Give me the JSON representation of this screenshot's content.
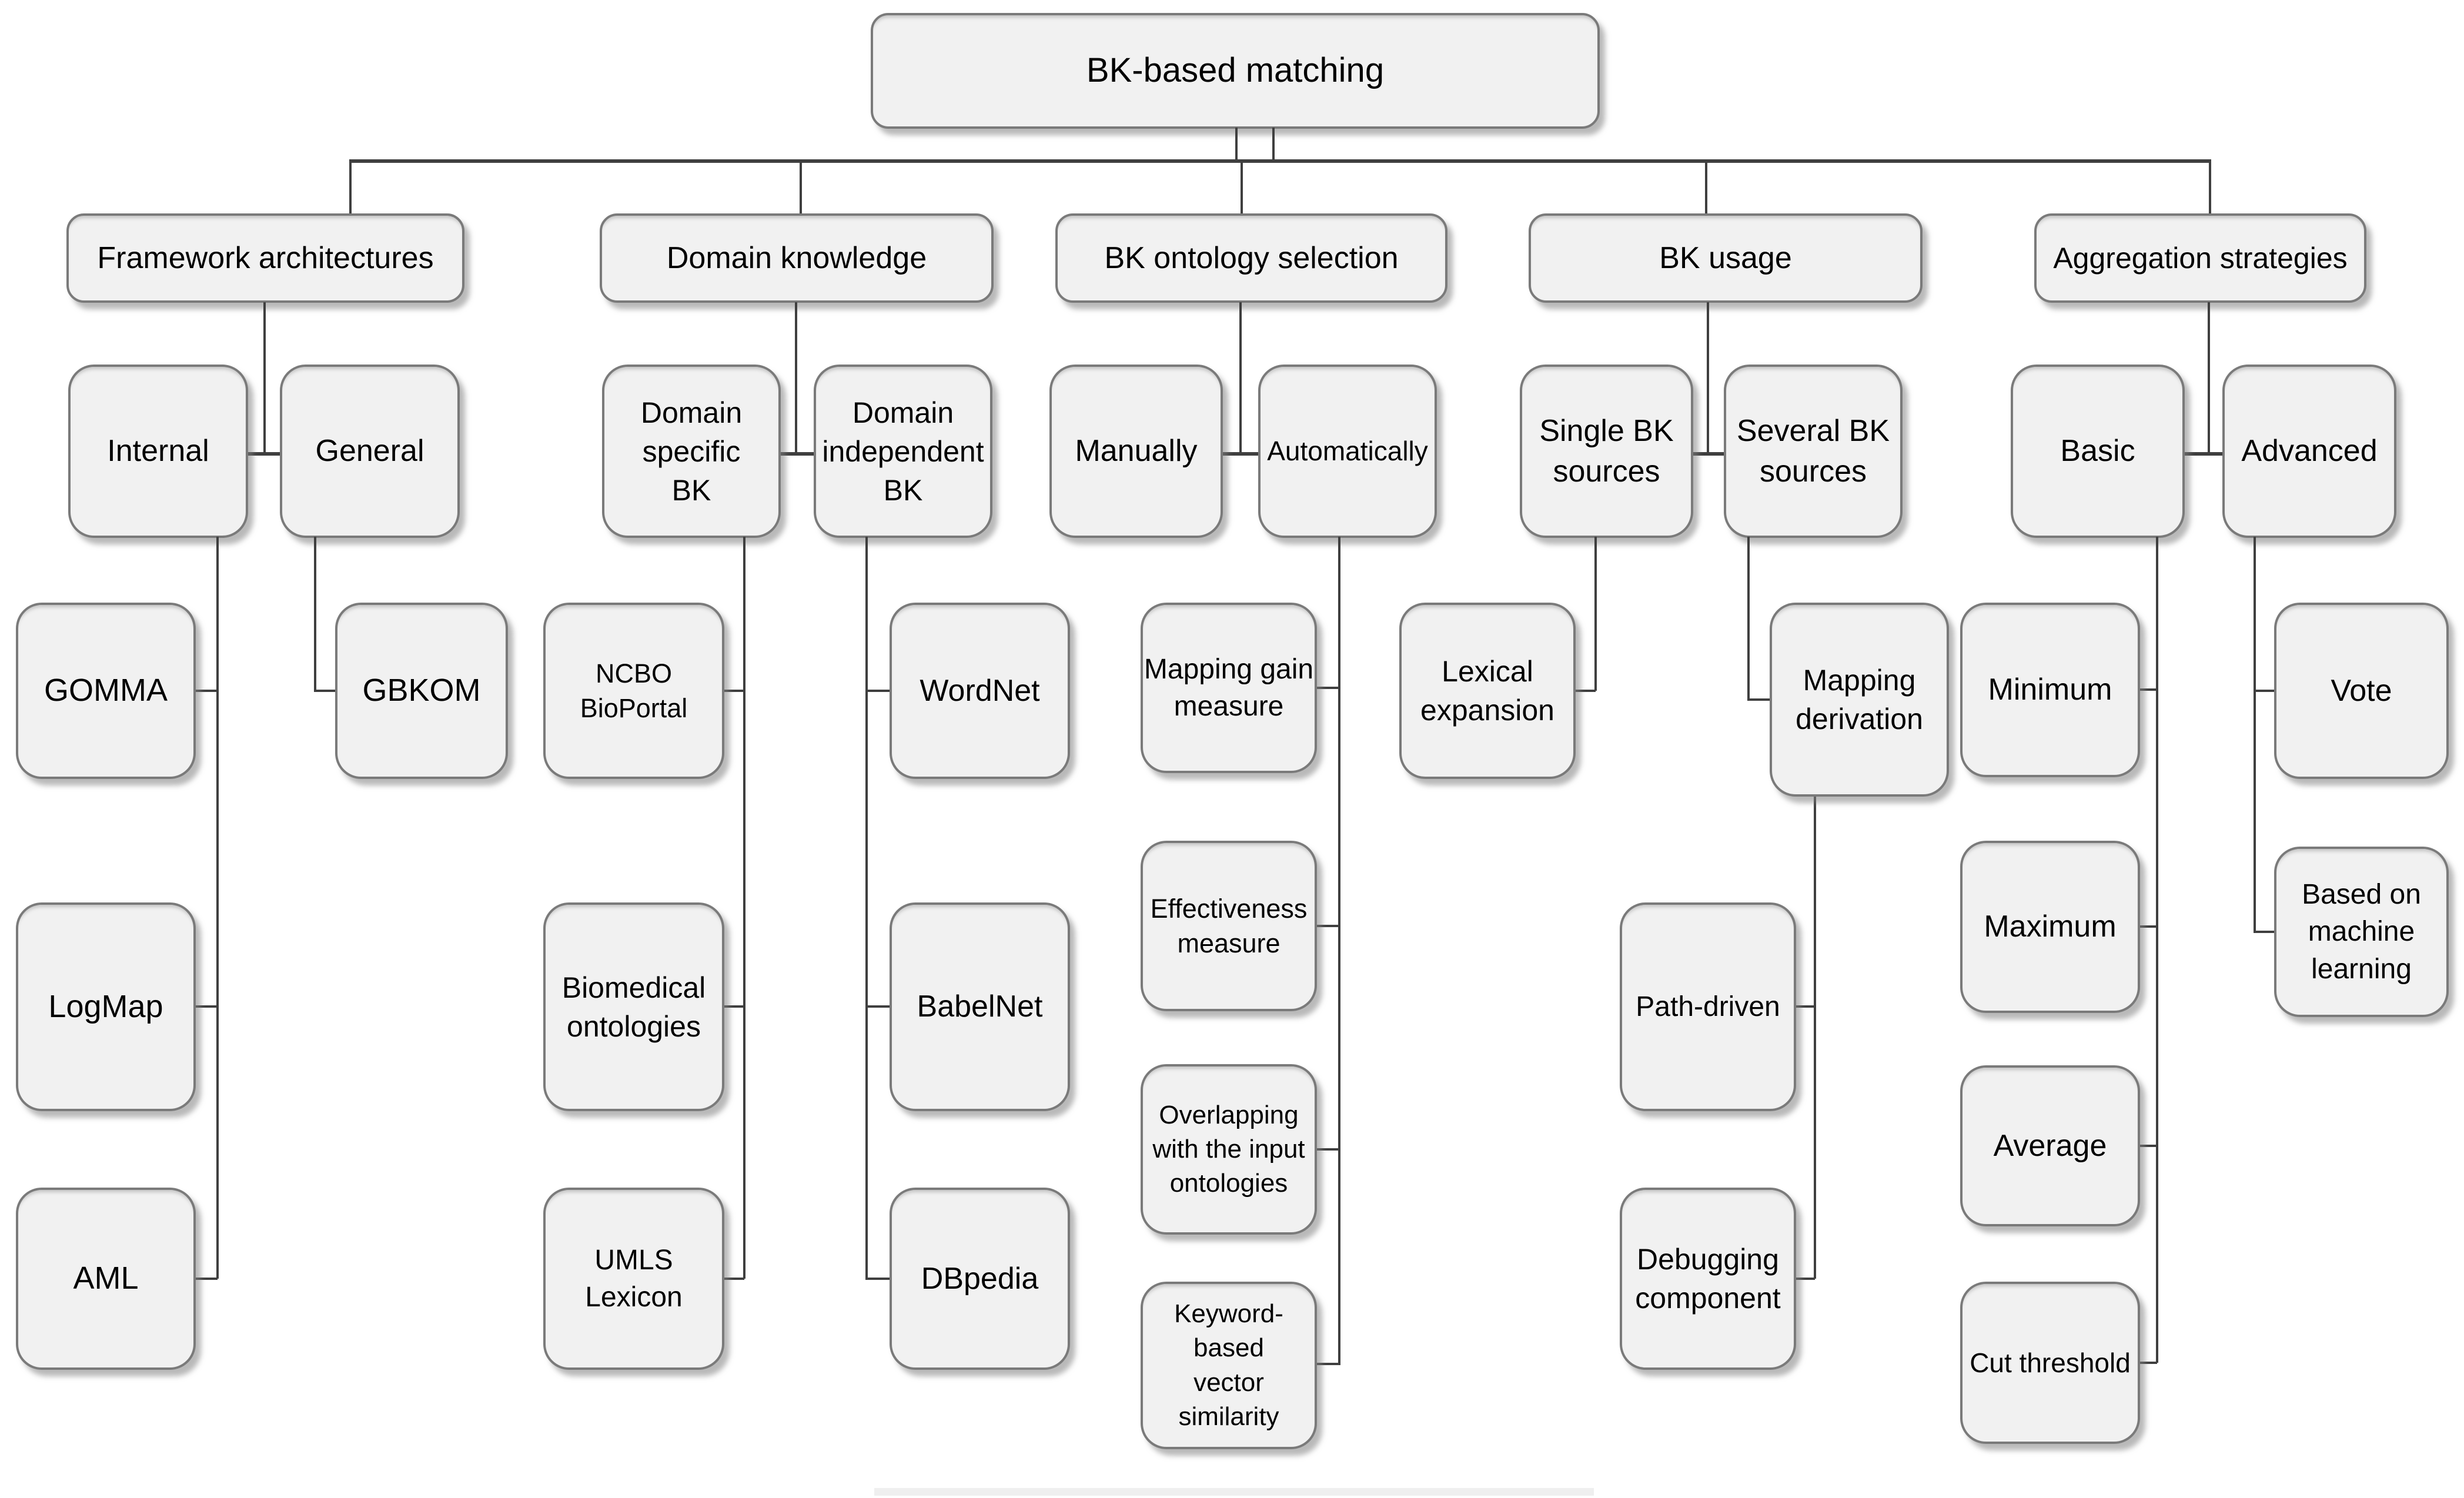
{
  "colors": {
    "box_fill": "#f1f1f1",
    "box_border": "#7a7a7a",
    "connector": "#3f3f3f",
    "text": "#000000",
    "background": "#ffffff"
  },
  "tree": {
    "label": "BK-based matching",
    "children": [
      {
        "label": "Framework architectures",
        "children": [
          {
            "label": "Internal",
            "children": [
              {
                "label": "GOMMA"
              },
              {
                "label": "LogMap"
              },
              {
                "label": "AML"
              }
            ]
          },
          {
            "label": "General",
            "children": [
              {
                "label": "GBKOM"
              }
            ]
          }
        ]
      },
      {
        "label": "Domain knowledge",
        "children": [
          {
            "label": "Domain\nspecific\nBK",
            "children": [
              {
                "label": "NCBO BioPortal"
              },
              {
                "label": "Biomedical\nontologies"
              },
              {
                "label": "UMLS Lexicon"
              }
            ]
          },
          {
            "label": "Domain\nindependent\nBK",
            "children": [
              {
                "label": "WordNet"
              },
              {
                "label": "BabelNet"
              },
              {
                "label": "DBpedia"
              }
            ]
          }
        ]
      },
      {
        "label": "BK ontology selection",
        "children": [
          {
            "label": "Manually",
            "children": []
          },
          {
            "label": "Automatically",
            "children": [
              {
                "label": "Mapping gain\nmeasure"
              },
              {
                "label": "Effectiveness\nmeasure"
              },
              {
                "label": "Overlapping\nwith the input\nontologies"
              },
              {
                "label": "Keyword-based\nvector\nsimilarity"
              }
            ]
          }
        ]
      },
      {
        "label": "BK usage",
        "children": [
          {
            "label": "Single BK\nsources",
            "children": [
              {
                "label": "Lexical\nexpansion"
              }
            ]
          },
          {
            "label": "Several BK\nsources",
            "children": [
              {
                "label": "Mapping\nderivation",
                "children": [
                  {
                    "label": "Path-driven"
                  },
                  {
                    "label": "Debugging\ncomponent"
                  }
                ]
              }
            ]
          }
        ]
      },
      {
        "label": "Aggregation strategies",
        "children": [
          {
            "label": "Basic",
            "children": [
              {
                "label": "Minimum"
              },
              {
                "label": "Maximum"
              },
              {
                "label": "Average"
              },
              {
                "label": "Cut threshold"
              }
            ]
          },
          {
            "label": "Advanced",
            "children": [
              {
                "label": "Vote"
              },
              {
                "label": "Based on\nmachine\nlearning"
              }
            ]
          }
        ]
      }
    ]
  }
}
